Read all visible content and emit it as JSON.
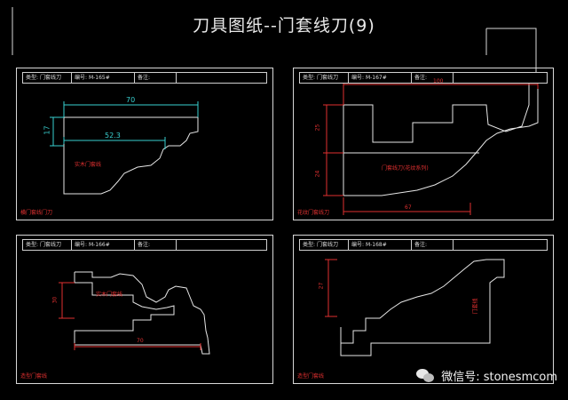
{
  "title": "刀具图纸--门套线刀(9)",
  "header_labels": {
    "type": "类型:",
    "code": "编号:",
    "note": "备注:"
  },
  "panels": [
    {
      "type_value": "门套线刀",
      "code_value": "M-165#",
      "note_value": "",
      "footer": "横门套线门刀",
      "dims": {
        "width": "70",
        "inner": "52.3",
        "height": "17"
      },
      "material_label": "实木门套线"
    },
    {
      "type_value": "门套线刀",
      "code_value": "M-167#",
      "note_value": "",
      "footer": "花纹门套线刀",
      "dims": {
        "width": "100",
        "bottom": "67",
        "upper": "25",
        "lower": "24"
      },
      "material_label": "门套线刀(花纹系列)"
    },
    {
      "type_value": "门套线刀",
      "code_value": "M-166#",
      "note_value": "",
      "footer": "造型门套线",
      "dims": {
        "width": "70",
        "height": "30"
      },
      "material_label": "实木门套线"
    },
    {
      "type_value": "门套线刀",
      "code_value": "M-168#",
      "note_value": "",
      "footer": "造型门套线",
      "dims": {
        "height": "27"
      },
      "material_label": "门套线"
    }
  ],
  "watermark": {
    "text": "微信号: stonesmcom",
    "icon": "wechat-icon"
  },
  "colors": {
    "background": "#000000",
    "outline": "#e6e6e6",
    "dimension_cyan": "#39d0d0",
    "dimension_red": "#e03030"
  }
}
